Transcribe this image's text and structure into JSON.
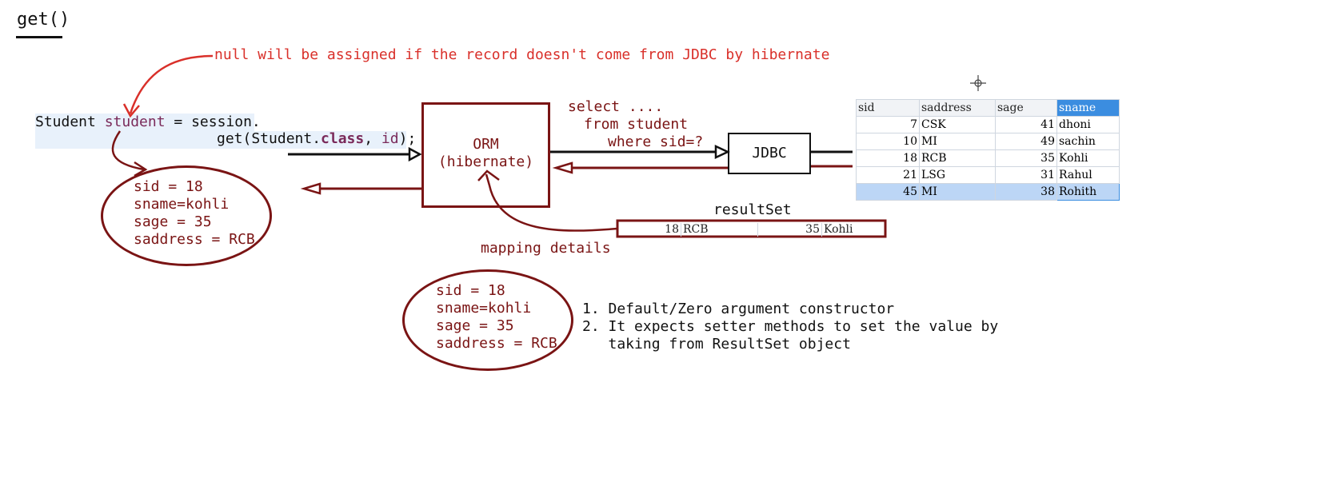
{
  "heading": "get()",
  "note": "null will be assigned if the record doesn't come from JDBC by hibernate",
  "code": {
    "part1_type": "Student",
    "part1_var": "student",
    "part1_rest": " = session.",
    "part2_method": "get(Student.",
    "part2_kw": "class",
    "part2_sep": ", ",
    "part2_arg": "id",
    "part2_end": ");"
  },
  "orm": {
    "line1": "ORM",
    "line2": "(hibernate)"
  },
  "query": {
    "line1": "select ....",
    "line2": "from student",
    "line3": "where sid=?"
  },
  "jdbc": "JDBC",
  "resultset_label": "resultSet",
  "mapping_label": "mapping details",
  "object_fields": [
    "sid = 18",
    "sname=kohli",
    "sage = 35",
    "saddress = RCB"
  ],
  "points": [
    "1. Default/Zero argument constructor",
    "2. It expects setter methods to set the value by",
    "   taking from ResultSet object"
  ],
  "table": {
    "columns": [
      "sid",
      "saddress",
      "sage",
      "sname"
    ],
    "rows": [
      [
        "7",
        "CSK",
        "41",
        "dhoni"
      ],
      [
        "10",
        "MI",
        "49",
        "sachin"
      ],
      [
        "18",
        "RCB",
        "35",
        "Kohli"
      ],
      [
        "21",
        "LSG",
        "31",
        "Rahul"
      ],
      [
        "45",
        "MI",
        "38",
        "Rohith"
      ]
    ]
  },
  "resultset_row": [
    "18",
    "RCB",
    "35",
    "Kohli"
  ]
}
